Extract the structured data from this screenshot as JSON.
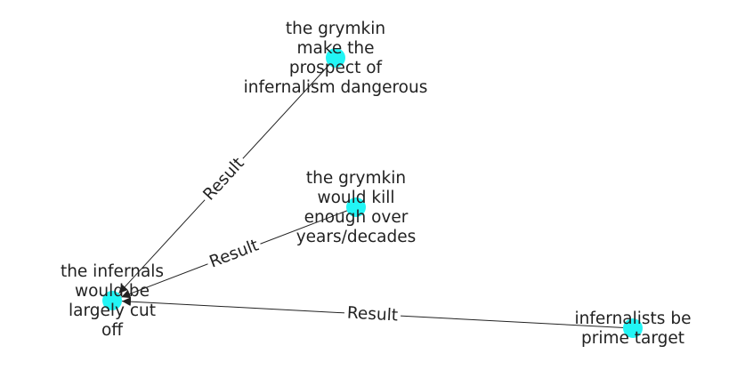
{
  "colors": {
    "node_fill": "#22f5f5",
    "edge_stroke": "#222222",
    "text": "#222222",
    "background": "#ffffff"
  },
  "nodes": [
    {
      "id": "grymkin-dangerous",
      "lines": [
        "the grymkin",
        "make the",
        "prospect of",
        "infernalism dangerous"
      ]
    },
    {
      "id": "grymkin-kill",
      "lines": [
        "the grymkin",
        "would kill",
        "enough over",
        "years/decades"
      ]
    },
    {
      "id": "infernals-cut-off",
      "lines": [
        "the infernals",
        "would be",
        "largely cut",
        "off"
      ]
    },
    {
      "id": "infernalists-target",
      "lines": [
        "infernalists be",
        "prime target"
      ]
    }
  ],
  "edges": [
    {
      "from": "grymkin-dangerous",
      "to": "infernals-cut-off",
      "label": "Result"
    },
    {
      "from": "grymkin-kill",
      "to": "infernals-cut-off",
      "label": "Result"
    },
    {
      "from": "infernalists-target",
      "to": "infernals-cut-off",
      "label": "Result"
    }
  ]
}
